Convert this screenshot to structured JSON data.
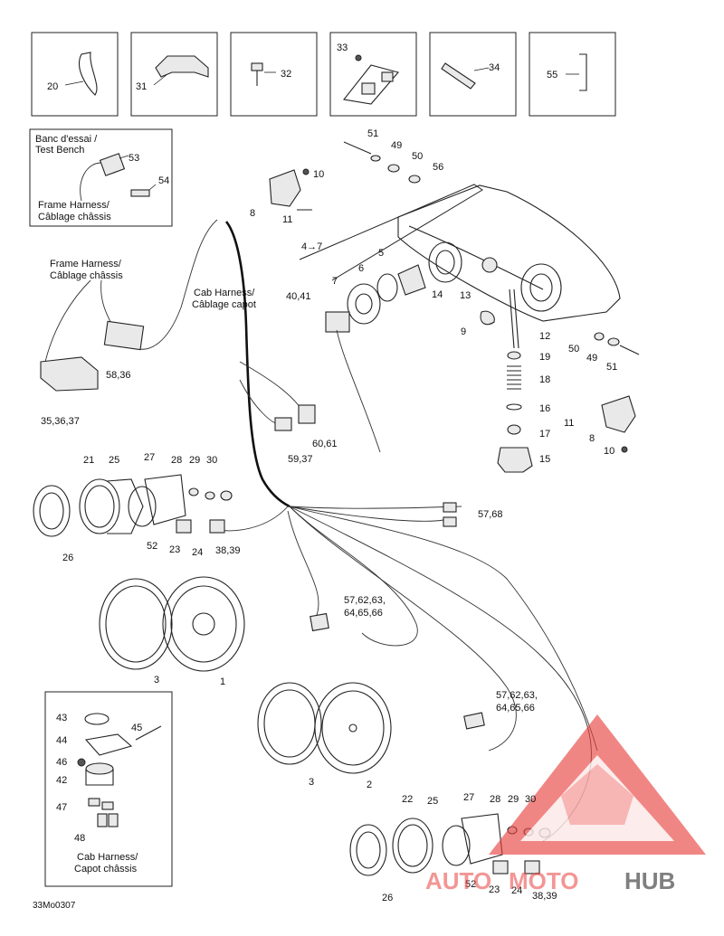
{
  "diagram_code": "33Mo0307",
  "labels": {
    "p20": "20",
    "p31": "31",
    "p32": "32",
    "p33": "33",
    "p34": "34",
    "p55": "55",
    "p53": "53",
    "p54": "54",
    "p10a": "10",
    "p8a": "8",
    "p11a": "11",
    "p51a": "51",
    "p49a": "49",
    "p50a": "50",
    "p56": "56",
    "p4to7": "4→7",
    "p5": "5",
    "p6": "6",
    "p7": "7",
    "p14": "14",
    "p13": "13",
    "p4041": "40,41",
    "p9": "9",
    "p12": "12",
    "p19": "19",
    "p18": "18",
    "p16": "16",
    "p17": "17",
    "p15": "15",
    "p50b": "50",
    "p49b": "49",
    "p51b": "51",
    "p11b": "11",
    "p8b": "8",
    "p10b": "10",
    "p5836": "58,36",
    "p353637": "35,36,37",
    "p5937": "59,37",
    "p6061": "60,61",
    "p21": "21",
    "p25a": "25",
    "p27a": "27",
    "p28a": "28",
    "p29a": "29",
    "p30a": "30",
    "p26a": "26",
    "p52a": "52",
    "p23a": "23",
    "p24a": "24",
    "p3839a": "38,39",
    "p5768": "57,68",
    "p57a1": "57,62,63,",
    "p57a2": "64,65,66",
    "p3a": "3",
    "p1": "1",
    "p57b1": "57,62,63,",
    "p57b2": "64,65,66",
    "p3b": "3",
    "p2": "2",
    "p43": "43",
    "p44": "44",
    "p45": "45",
    "p46": "46",
    "p42": "42",
    "p47": "47",
    "p48": "48",
    "p22": "22",
    "p25b": "25",
    "p27b": "27",
    "p28b": "28",
    "p29b": "29",
    "p30b": "30",
    "p26b": "26",
    "p52b": "52",
    "p23b": "23",
    "p24b": "24",
    "p3839b": "38,39"
  },
  "captions": {
    "test_bench_1": "Banc d'essai /",
    "test_bench_2": "Test Bench",
    "frame_harness_inset_1": "Frame Harness/",
    "frame_harness_inset_2": "Câblage châssis",
    "frame_harness_1": "Frame Harness/",
    "frame_harness_2": "Câblage châssis",
    "cab_harness_1": "Cab Harness/",
    "cab_harness_2": "Câblage capot",
    "cab_harness_inset_1": "Cab Harness/",
    "cab_harness_inset_2": "Capot châssis"
  },
  "watermark": {
    "brand_part1": "AUTO",
    "brand_part2": "MOTO",
    "brand_part3": "HUB",
    "color_primary": "#e8423f",
    "color_light": "#f5a19e",
    "color_dark": "#555555"
  }
}
